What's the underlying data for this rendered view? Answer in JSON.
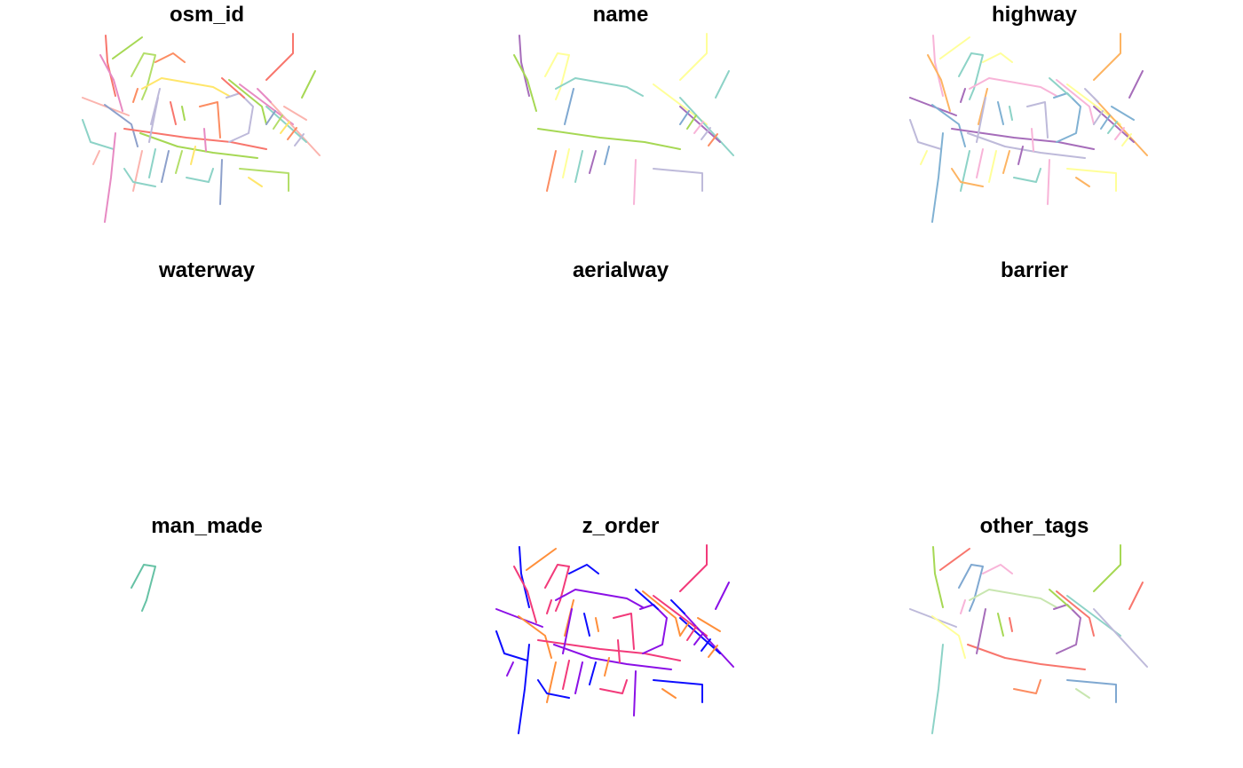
{
  "palette": [
    "#66C2A5",
    "#FC8D62",
    "#8DA0CB",
    "#E78AC3",
    "#A6D854",
    "#FFD92F",
    "#E5C494",
    "#B3B3B3"
  ],
  "chart_data": [
    {
      "type": "map",
      "title": "osm_id",
      "scheme": "categorical",
      "colors": [
        "#F8766D",
        "#FFE66B",
        "#8DD3C7",
        "#A6D854",
        "#FC8D62",
        "#8DA0CB",
        "#E78AC3",
        "#BEBADA",
        "#B3DE69",
        "#FBB4AE"
      ],
      "grid": false
    },
    {
      "type": "map",
      "title": "name",
      "scheme": "categorical",
      "colors": [
        "#FC8D62",
        "#A66DBA",
        "#F8B4D8",
        "#FFFF99",
        "#7FA8D1",
        "#BEBADA",
        "#8DD3C7",
        "#A6D854"
      ],
      "grid": false
    },
    {
      "type": "map",
      "title": "highway",
      "scheme": "categorical",
      "colors": [
        "#BEBADA",
        "#FDB462",
        "#F8B4D8",
        "#80B1D3",
        "#A66DBA",
        "#FFFF99",
        "#8DD3C7"
      ],
      "grid": false
    },
    {
      "type": "map",
      "title": "waterway",
      "empty": true
    },
    {
      "type": "map",
      "title": "aerialway",
      "empty": true
    },
    {
      "type": "map",
      "title": "barrier",
      "empty": true
    },
    {
      "type": "map",
      "title": "man_made",
      "scheme": "categorical",
      "colors": [
        "#66C2A5"
      ],
      "grid": false
    },
    {
      "type": "map",
      "title": "z_order",
      "scheme": "continuous",
      "colors": [
        "#0D0DFF",
        "#8B10E6",
        "#F23A7A",
        "#FF8F3A"
      ],
      "grid": false
    },
    {
      "type": "map",
      "title": "other_tags",
      "scheme": "categorical",
      "colors": [
        "#FC8D62",
        "#F8766D",
        "#F8B4D8",
        "#FFFF99",
        "#8DD3C7",
        "#A66DBA",
        "#7FA8D1",
        "#BEBADA",
        "#A6D854",
        "#C8E6B0"
      ],
      "grid": false
    }
  ]
}
